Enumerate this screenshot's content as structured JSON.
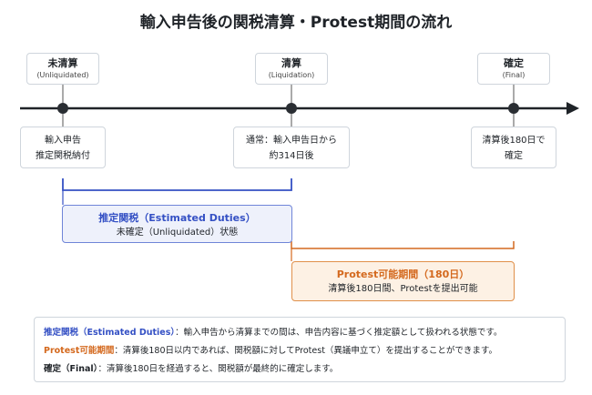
{
  "title": "輸入申告後の関税清算・Protest期間の流れ",
  "phases": [
    {
      "name": "未清算",
      "sub": "(Unliquidated)"
    },
    {
      "name": "清算",
      "sub": "(Liquidation)"
    },
    {
      "name": "確定",
      "sub": "(Final)"
    }
  ],
  "notes": [
    {
      "line1": "輸入申告",
      "line2": "推定関税納付"
    },
    {
      "line1": "通常：輸入申告日から",
      "line2": "約314日後"
    },
    {
      "line1": "清算後180日で",
      "line2": "確定"
    }
  ],
  "estimated": {
    "title": "推定関税（Estimated Duties）",
    "desc": "未確定（Unliquidated）状態"
  },
  "protest": {
    "title": "Protest可能期間（180日）",
    "desc": "清算後180日間、Protestを提出可能"
  },
  "legend": {
    "row1_term": "推定関税（Estimated Duties）",
    "row1_text": "：輸入申告から清算までの間は、申告内容に基づく推定額として扱われる状態です。",
    "row2_term": "Protest可能期間",
    "row2_text": "：清算後180日以内であれば、関税額に対してProtest（異議申立て）を提出することができます。",
    "row3_term": "確定（Final）",
    "row3_text": "：清算後180日を経過すると、関税額が最終的に確定します。"
  },
  "colors": {
    "timeline": "#1f2328",
    "estimated": "#3450c4",
    "protest": "#d4691e"
  }
}
